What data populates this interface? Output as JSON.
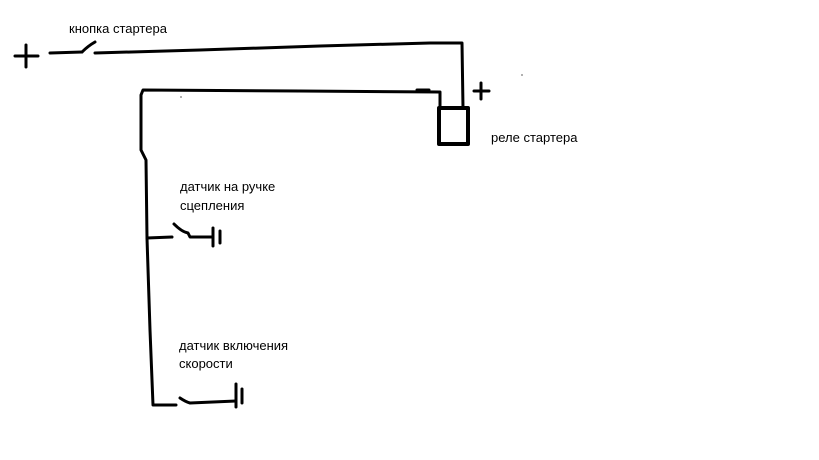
{
  "labels": {
    "starter_button": "кнопка стартера",
    "starter_relay": "реле стартера",
    "clutch_sensor_line1": "датчик на ручке",
    "clutch_sensor_line2": "сцепления",
    "gear_sensor_line1": "датчик включения",
    "gear_sensor_line2": "скорости"
  },
  "symbols": {
    "plus_left": "+",
    "plus_relay": "+",
    "minus_relay": "−"
  },
  "colors": {
    "ink": "#000000",
    "background": "#ffffff"
  }
}
